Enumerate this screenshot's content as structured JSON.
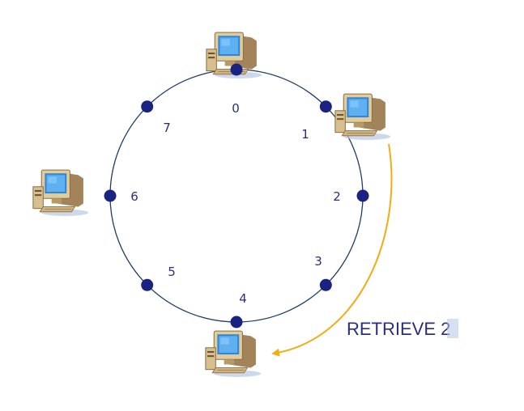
{
  "ring": {
    "nodes": [
      {
        "id": "0",
        "label": "0"
      },
      {
        "id": "1",
        "label": "1"
      },
      {
        "id": "2",
        "label": "2"
      },
      {
        "id": "3",
        "label": "3"
      },
      {
        "id": "4",
        "label": "4"
      },
      {
        "id": "5",
        "label": "5"
      },
      {
        "id": "6",
        "label": "6"
      },
      {
        "id": "7",
        "label": "7"
      }
    ],
    "computers_at": [
      "0",
      "1",
      "6",
      "4"
    ]
  },
  "caption": {
    "prefix": "RETRIEVE ",
    "key": "2"
  },
  "arrow": {
    "from": "1",
    "to": "4"
  },
  "colors": {
    "ring": "#1f3d66",
    "dot": "#1a2480",
    "label": "#2b2f7a",
    "arrow": "#f2ac14",
    "monitor_case": "#d8c08e",
    "screen": "#2e86d8"
  }
}
